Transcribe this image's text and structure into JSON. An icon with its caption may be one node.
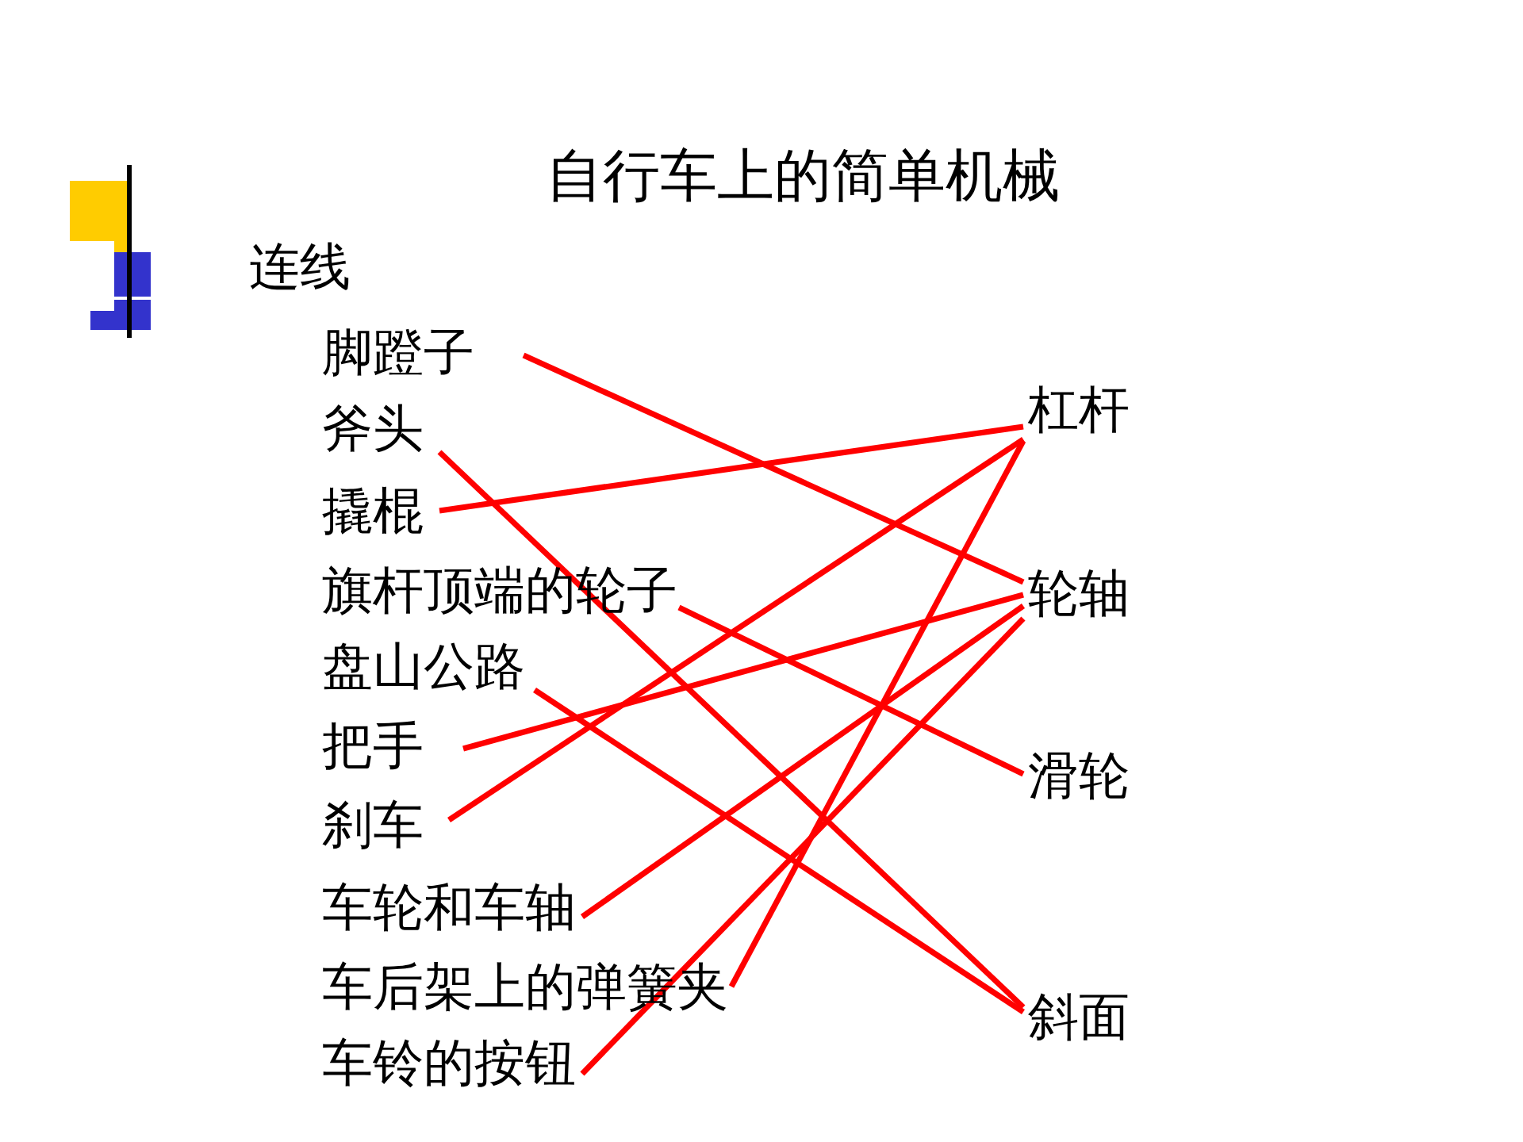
{
  "diagram": {
    "title": "自行车上的简单机械",
    "nodes": [
      {
        "text": [
          "脚蹬子"
        ]
      },
      {
        "text": [
          "斧头"
        ]
      },
      {
        "text": [
          "撬棍"
        ]
      },
      {
        "text": [
          "旗杆顶端的轮子"
        ]
      },
      {
        "text": [
          "盘山公路"
        ]
      },
      {
        "text": [
          "把手"
        ]
      },
      {
        "text": [
          "刹车"
        ]
      },
      {
        "text": [
          "车轮和车轴"
        ]
      },
      {
        "text": [
          "车后架上的弹簧夹"
        ]
      },
      {
        "text": [
          "车铃的按钮"
        ]
      },
      {
        "text": [
          "杠杆"
        ]
      },
      {
        "text": [
          "轮轴"
        ]
      },
      {
        "text": [
          "滑轮"
        ]
      },
      {
        "text": [
          "斜面"
        ]
      }
    ],
    "edges": [
      {
        "from": 0,
        "to": 11,
        "arrow": "none"
      },
      {
        "from": 1,
        "to": 13,
        "arrow": "none"
      },
      {
        "from": 2,
        "to": 10,
        "arrow": "none"
      },
      {
        "from": 3,
        "to": 12,
        "arrow": "none"
      },
      {
        "from": 4,
        "to": 13,
        "arrow": "none"
      },
      {
        "from": 5,
        "to": 11,
        "arrow": "none"
      },
      {
        "from": 6,
        "to": 10,
        "arrow": "none"
      },
      {
        "from": 7,
        "to": 11,
        "arrow": "none"
      },
      {
        "from": 8,
        "to": 10,
        "arrow": "none"
      },
      {
        "from": 9,
        "to": 11,
        "arrow": "none"
      }
    ],
    "labels": [
      "连线"
    ]
  }
}
